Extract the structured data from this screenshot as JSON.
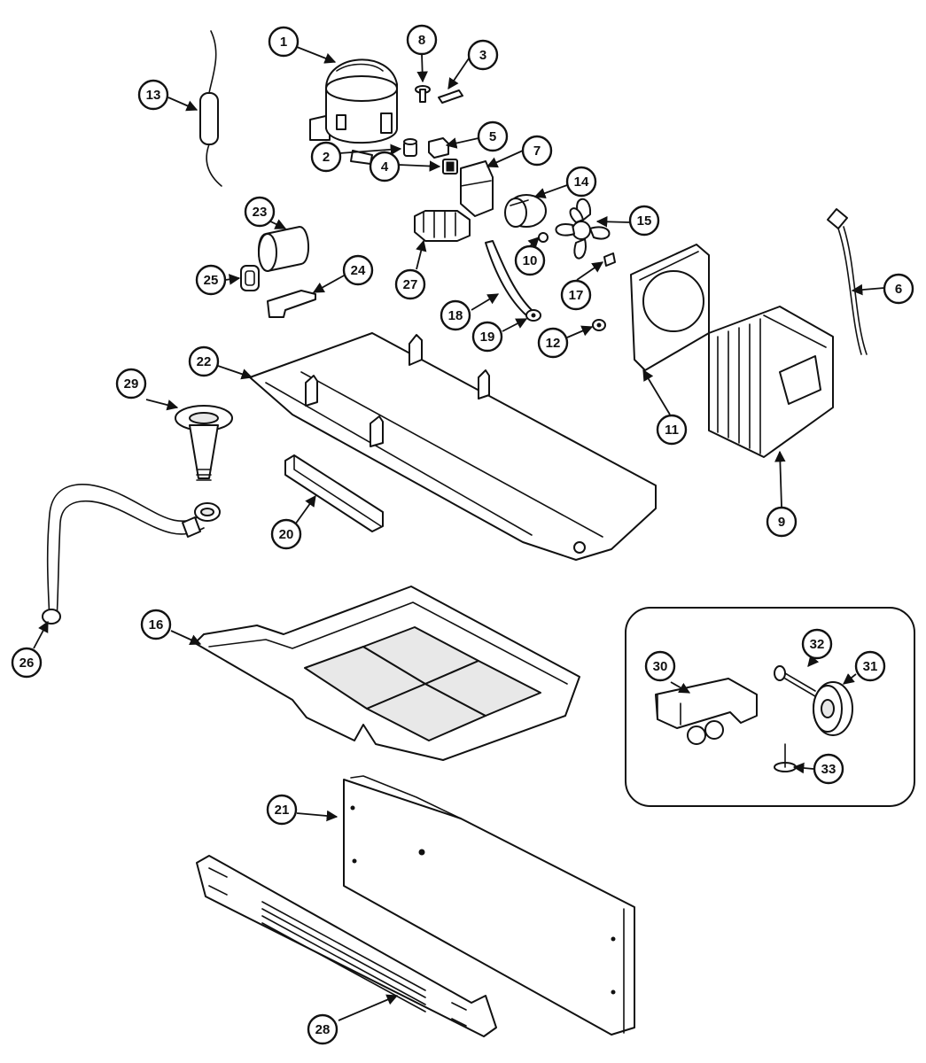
{
  "callouts": {
    "c1": "1",
    "c2": "2",
    "c3": "3",
    "c4": "4",
    "c5": "5",
    "c6": "6",
    "c7": "7",
    "c8": "8",
    "c9": "9",
    "c10": "10",
    "c11": "11",
    "c12": "12",
    "c13": "13",
    "c14": "14",
    "c15": "15",
    "c16": "16",
    "c17": "17",
    "c18": "18",
    "c19": "19",
    "c20": "20",
    "c21": "21",
    "c22": "22",
    "c23": "23",
    "c24": "24",
    "c25": "25",
    "c26": "26",
    "c27": "27",
    "c28": "28",
    "c29": "29",
    "c30": "30",
    "c31": "31",
    "c32": "32",
    "c33": "33"
  },
  "colors": {
    "line": "#111111",
    "background": "#ffffff"
  }
}
